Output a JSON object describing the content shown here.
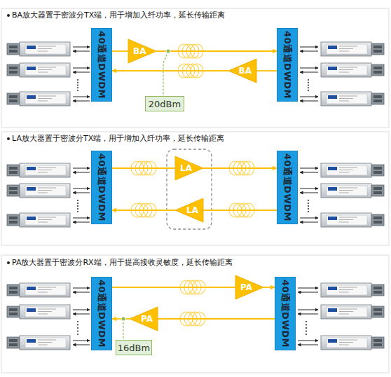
{
  "diagram": {
    "nodes": [
      {
        "text": [
          "40通道DWDM"
        ]
      },
      {
        "text": [
          "BA"
        ]
      },
      {
        "text": [
          "20dBm"
        ]
      },
      {
        "text": [
          "40通道DWDM"
        ]
      },
      {
        "text": [
          "BA"
        ]
      },
      {
        "text": [
          "40通道DWDM"
        ]
      },
      {
        "text": [
          "LA"
        ]
      },
      {
        "text": [
          "LA"
        ]
      },
      {
        "text": [
          "40通道DWDM"
        ]
      },
      {
        "text": [
          "40通道DWDM"
        ]
      },
      {
        "text": [
          "PA"
        ]
      },
      {
        "text": [
          "PA"
        ]
      },
      {
        "text": [
          "16dBm"
        ]
      },
      {
        "text": [
          "40通道DWDM"
        ]
      }
    ],
    "edges": [
      {
        "from": 0,
        "to": 1,
        "arrow": "none"
      },
      {
        "from": 1,
        "to": 3,
        "arrow": "to"
      },
      {
        "from": 3,
        "to": 4,
        "arrow": "none"
      },
      {
        "from": 4,
        "to": 0,
        "arrow": "to"
      },
      {
        "from": 5,
        "to": 6,
        "arrow": "none"
      },
      {
        "from": 6,
        "to": 8,
        "arrow": "to"
      },
      {
        "from": 8,
        "to": 7,
        "arrow": "none"
      },
      {
        "from": 7,
        "to": 5,
        "arrow": "to"
      },
      {
        "from": 9,
        "to": 10,
        "arrow": "none"
      },
      {
        "from": 10,
        "to": 13,
        "arrow": "to"
      },
      {
        "from": 13,
        "to": 11,
        "arrow": "none"
      },
      {
        "from": 11,
        "to": 9,
        "arrow": "to"
      }
    ],
    "labels": [
      "BA放大器置于密波分TX端，用于增加入纤功率，延长传输距离",
      "LA放大器置于密波分TX端，用于增加入纤功率，延长传输距离",
      "PA放大器置于密波分RX端，用于提高接收灵敏度，延长传输距离"
    ]
  }
}
